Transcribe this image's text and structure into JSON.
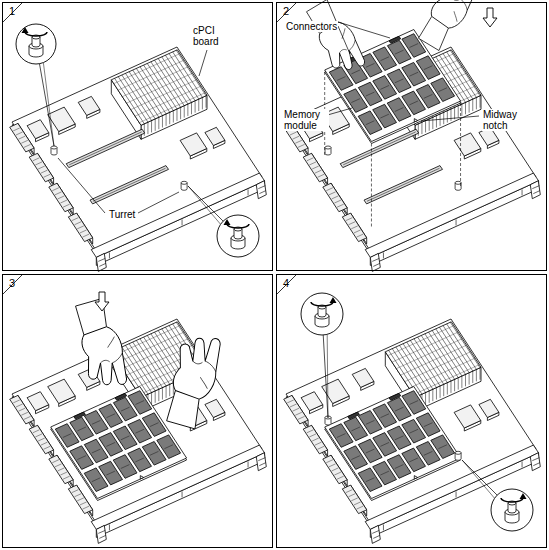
{
  "diagram": {
    "nodes": [
      {
        "text": [
          "1",
          "cPCI board",
          "Turret"
        ]
      },
      {
        "text": [
          "2",
          "Connectors",
          "Memory module",
          "Midway notch"
        ]
      },
      {
        "text": [
          "3"
        ]
      },
      {
        "text": [
          "4"
        ]
      }
    ]
  }
}
